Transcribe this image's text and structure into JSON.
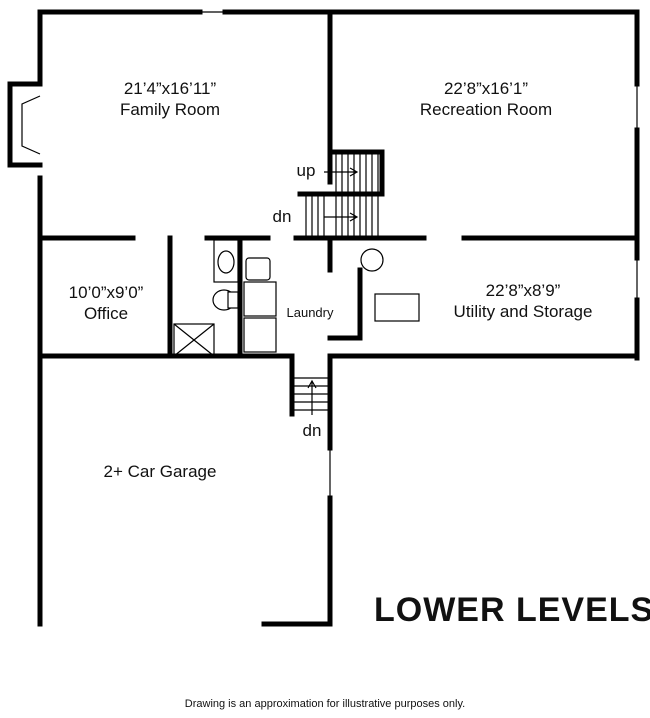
{
  "title": "LOWER LEVELS",
  "rooms": {
    "family": {
      "dims": "21’4”x16’11”",
      "name": "Family Room"
    },
    "recreation": {
      "dims": "22’8”x16’1”",
      "name": "Recreation Room"
    },
    "office": {
      "dims": "10’0”x9’0”",
      "name": "Office"
    },
    "utility": {
      "dims": "22’8”x8’9”",
      "name": "Utility and Storage"
    },
    "laundry": {
      "name": "Laundry"
    },
    "garage": {
      "name": "2+ Car Garage"
    }
  },
  "stairs": {
    "up": "up",
    "dn_main": "dn",
    "dn_garage": "dn"
  },
  "footer": {
    "disclaimer": "Drawing is an approximation for illustrative purposes only."
  }
}
